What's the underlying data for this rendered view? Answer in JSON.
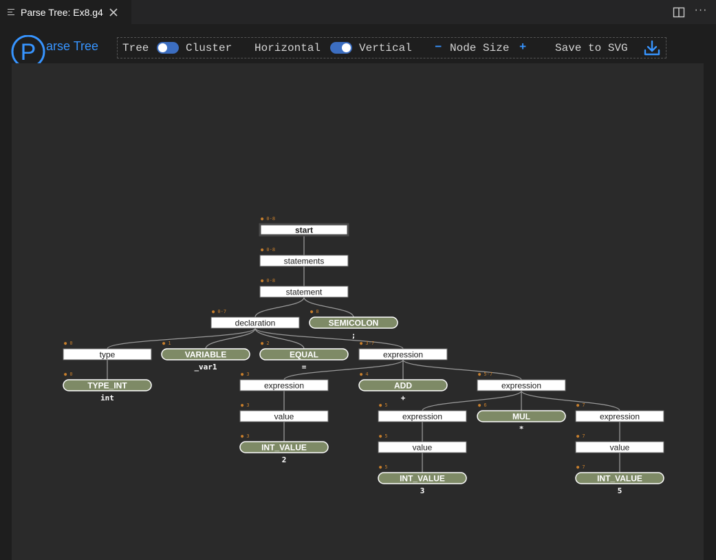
{
  "tab": {
    "icon": "lines-icon",
    "title": "Parse Tree: Ex8.g4",
    "close_icon": "close-icon"
  },
  "editor_actions": {
    "split_icon": "split-editor-icon",
    "more_label": "···"
  },
  "toolbar": {
    "logo_letter": "P",
    "logo_text": "arse Tree",
    "tree_label": "Tree",
    "cluster_label": "Cluster",
    "layout_toggle_on": false,
    "horizontal_label": "Horizontal",
    "vertical_label": "Vertical",
    "orientation_toggle_on": true,
    "minus_label": "−",
    "node_size_label": "Node Size",
    "plus_label": "+",
    "save_label": "Save to SVG",
    "download_icon": "download-icon"
  },
  "colors": {
    "accent": "#3794ff",
    "token_fill": "#7e8a66",
    "range_text": "#c87f2c",
    "canvas_bg": "#2a2a2a"
  },
  "tree": {
    "nodes": [
      {
        "id": "start",
        "label": "start",
        "kind": "root",
        "range": "● 0-8"
      },
      {
        "id": "statements",
        "label": "statements",
        "kind": "rule",
        "range": "● 0-8",
        "parent": "start"
      },
      {
        "id": "statement",
        "label": "statement",
        "kind": "rule",
        "range": "● 0-8",
        "parent": "statements"
      },
      {
        "id": "declaration",
        "label": "declaration",
        "kind": "rule",
        "range": "● 0-7",
        "parent": "statement"
      },
      {
        "id": "semicolon",
        "label": "SEMICOLON",
        "kind": "token",
        "range": "● 8",
        "parent": "statement",
        "leaf": ";"
      },
      {
        "id": "type",
        "label": "type",
        "kind": "rule",
        "range": "● 0",
        "parent": "declaration"
      },
      {
        "id": "variable",
        "label": "VARIABLE",
        "kind": "token",
        "range": "● 1",
        "parent": "declaration",
        "leaf": "_var1"
      },
      {
        "id": "equal",
        "label": "EQUAL",
        "kind": "token",
        "range": "● 2",
        "parent": "declaration",
        "leaf": "="
      },
      {
        "id": "expr_root",
        "label": "expression",
        "kind": "rule",
        "range": "● 3-7",
        "parent": "declaration"
      },
      {
        "id": "type_int",
        "label": "TYPE_INT",
        "kind": "token",
        "range": "● 0",
        "parent": "type",
        "leaf": "int"
      },
      {
        "id": "expr_left",
        "label": "expression",
        "kind": "rule",
        "range": "● 3",
        "parent": "expr_root"
      },
      {
        "id": "add",
        "label": "ADD",
        "kind": "token",
        "range": "● 4",
        "parent": "expr_root",
        "leaf": "+"
      },
      {
        "id": "expr_mul",
        "label": "expression",
        "kind": "rule",
        "range": "● 5-7",
        "parent": "expr_root"
      },
      {
        "id": "value_2",
        "label": "value",
        "kind": "rule",
        "range": "● 3",
        "parent": "expr_left"
      },
      {
        "id": "int_2",
        "label": "INT_VALUE",
        "kind": "token",
        "range": "● 3",
        "parent": "value_2",
        "leaf": "2"
      },
      {
        "id": "expr_3",
        "label": "expression",
        "kind": "rule",
        "range": "● 5",
        "parent": "expr_mul"
      },
      {
        "id": "mul",
        "label": "MUL",
        "kind": "token",
        "range": "● 6",
        "parent": "expr_mul",
        "leaf": "*"
      },
      {
        "id": "expr_5",
        "label": "expression",
        "kind": "rule",
        "range": "● 7",
        "parent": "expr_mul"
      },
      {
        "id": "value_3",
        "label": "value",
        "kind": "rule",
        "range": "● 5",
        "parent": "expr_3"
      },
      {
        "id": "int_3",
        "label": "INT_VALUE",
        "kind": "token",
        "range": "● 5",
        "parent": "value_3",
        "leaf": "3"
      },
      {
        "id": "value_5",
        "label": "value",
        "kind": "rule",
        "range": "● 7",
        "parent": "expr_5"
      },
      {
        "id": "int_5",
        "label": "INT_VALUE",
        "kind": "token",
        "range": "● 7",
        "parent": "value_5",
        "leaf": "5"
      }
    ]
  }
}
